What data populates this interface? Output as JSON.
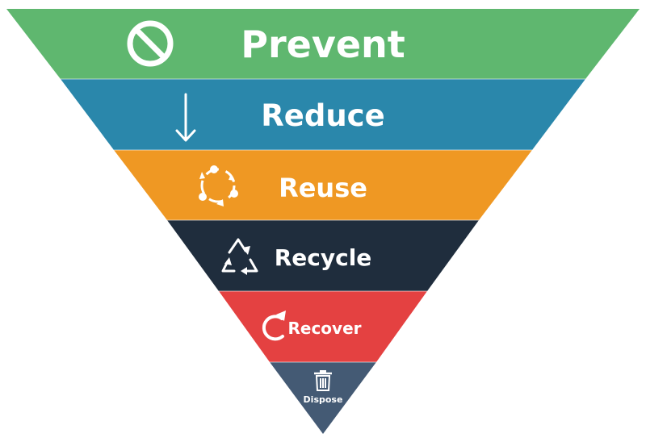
{
  "tiers": [
    {
      "label": "Prevent",
      "color": "#5fb76f",
      "icon": "prohibited-icon"
    },
    {
      "label": "Reduce",
      "color": "#2a87ab",
      "icon": "arrow-down-icon"
    },
    {
      "label": "Reuse",
      "color": "#ef9823",
      "icon": "cycle-icon"
    },
    {
      "label": "Recycle",
      "color": "#1f2d3d",
      "icon": "recycle-icon"
    },
    {
      "label": "Recover",
      "color": "#e44141",
      "icon": "refresh-icon"
    },
    {
      "label": "Dispose",
      "color": "#445a74",
      "icon": "trash-icon"
    }
  ]
}
